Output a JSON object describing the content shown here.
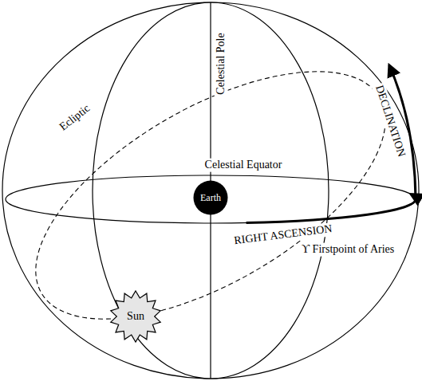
{
  "diagram": {
    "nodes": [
      {
        "text": [
          "Earth"
        ]
      },
      {
        "text": [
          "Sun"
        ]
      }
    ],
    "labels": [
      "Celestial Pole",
      "Ecliptic",
      "Celestial Equator",
      "DECLINATION",
      "RIGHT ASCENSION",
      "ϒ Firstpoint of Aries"
    ]
  }
}
